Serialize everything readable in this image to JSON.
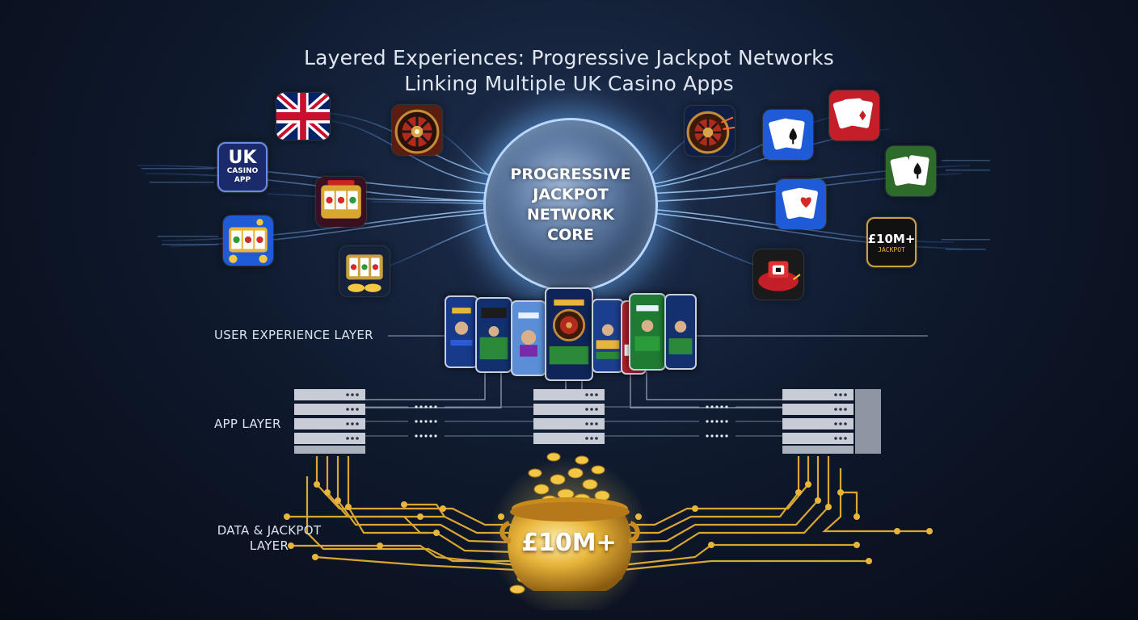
{
  "title": {
    "line1": "Layered Experiences: Progressive Jackpot Networks",
    "line2": "Linking Multiple UK Casino Apps"
  },
  "core": {
    "lines": [
      "PROGRESSIVE",
      "JACKPOT",
      "NETWORK",
      "CORE"
    ]
  },
  "layers": {
    "user_experience": "USER EXPERIENCE LAYER",
    "app": "APP LAYER",
    "data_line1": "DATA & JACKPOT",
    "data_line2": "LAYER"
  },
  "apps": {
    "uk_app_big": "UK",
    "uk_app_line1": "CASINO",
    "uk_app_line2": "APP",
    "jackpot_amount": "£10M+",
    "jackpot_sub": "JACKPOT"
  },
  "pot": {
    "label": "£10M+"
  },
  "colors": {
    "background": "#0f1a2e",
    "glow": "#6fb6ff",
    "gold": "#e8b53a",
    "circuit": "#d9a632"
  },
  "icon_names": [
    "union-jack-flag-icon",
    "uk-casino-app-icon",
    "slot-machine-icon",
    "roulette-wheel-icon",
    "card-deck-icon",
    "jackpot-icon",
    "pot-of-gold-icon",
    "server-icon",
    "smartphone-icon"
  ]
}
